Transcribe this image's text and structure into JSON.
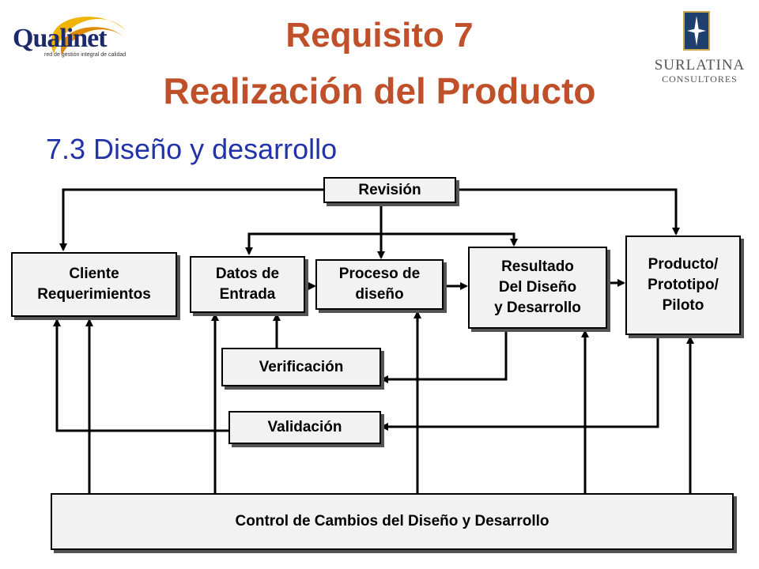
{
  "header": {
    "title_line1": "Requisito 7",
    "title_line2": "Realización del Producto",
    "subtitle": "7.3 Diseño y desarrollo",
    "title_color": "#c0502a",
    "subtitle_color": "#2233aa"
  },
  "logos": {
    "left": {
      "name": "Qualinet",
      "tagline": "red de gestión integral de calidad"
    },
    "right": {
      "name": "SURLATINA",
      "sub": "CONSULTORES"
    }
  },
  "diagram": {
    "revision": "Revisión",
    "cliente": "Cliente\nRequerimientos",
    "datos": "Datos de\nEntrada",
    "proceso": "Proceso de\ndiseño",
    "resultado": "Resultado\nDel Diseño\ny Desarrollo",
    "producto": "Producto/\nPrototipo/\nPiloto",
    "verificacion": "Verificación",
    "validacion": "Validación",
    "control": "Control de Cambios del Diseño y Desarrollo"
  }
}
